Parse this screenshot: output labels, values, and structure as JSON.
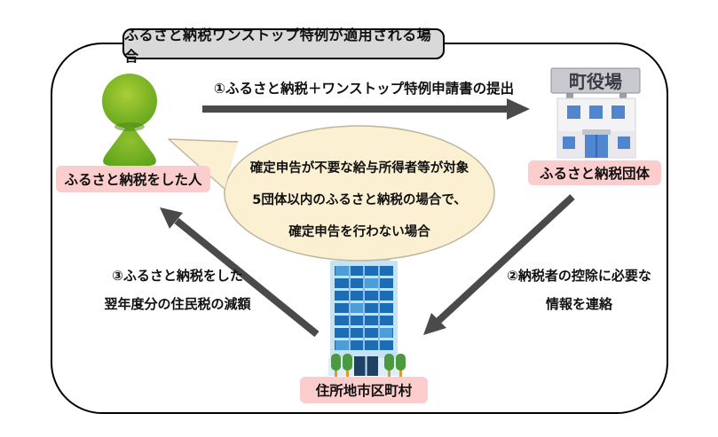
{
  "diagram_title": "ふるさと納税ワンストップ特例が適用される場合",
  "nodes": {
    "taxpayer": {
      "label": "ふるさと納税をした人"
    },
    "donation_municipality": {
      "label": "ふるさと納税団体",
      "building_sign": "町役場"
    },
    "home_municipality": {
      "label": "住所地市区町村"
    }
  },
  "arrows": {
    "step1": {
      "label": "①ふるさと納税＋ワンストップ特例申請書の提出"
    },
    "step2": {
      "line1": "②納税者の控除に必要な",
      "line2": "情報を連絡"
    },
    "step3": {
      "line1": "③ふるさと納税をした",
      "line2": "翌年度分の住民税の減額"
    }
  },
  "speech_bubble": {
    "line1": "確定申告が不要な給与所得者等が対象",
    "line2": "5団体以内のふるさと納税の場合で、",
    "line3": "確定申告を行わない場合"
  },
  "colors": {
    "label_bg": "#fbcdcd",
    "title_bg": "#d9d9d9",
    "bubble_fill": "#fcf0d2",
    "bubble_stroke": "#bfb59c",
    "arrow": "#4a4a4a",
    "border": "#000000"
  }
}
